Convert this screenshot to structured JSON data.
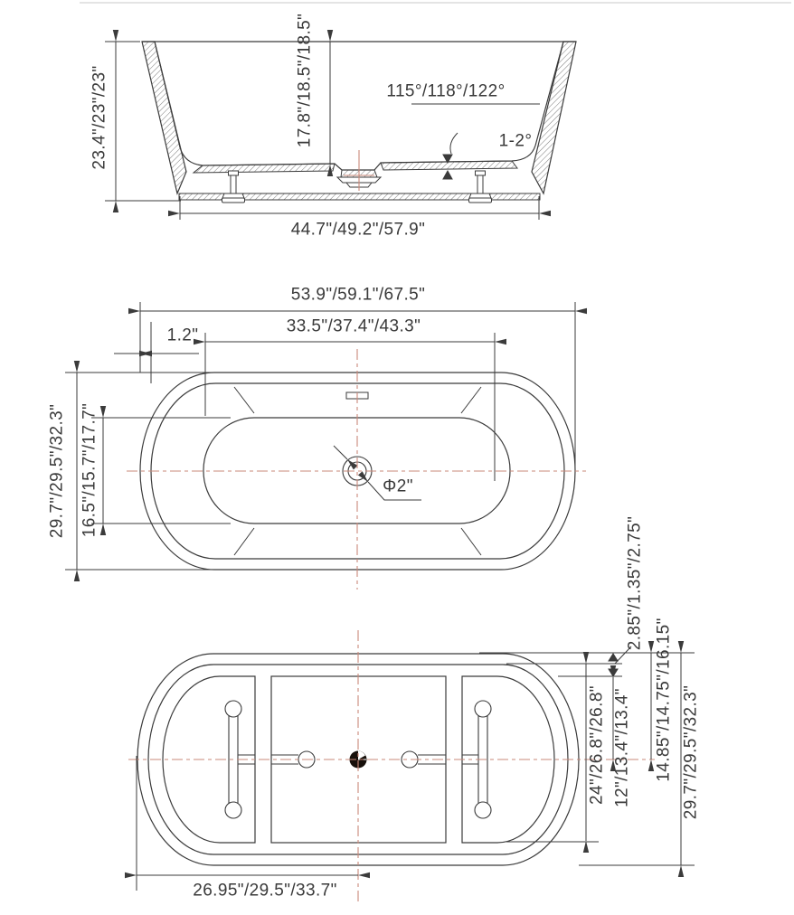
{
  "colors": {
    "line": "#3b3b3b",
    "centerline": "#c9897a",
    "text": "#3a3a3a"
  },
  "side_view": {
    "height": "23.4\"/23\"/23\"",
    "inner_depth": "17.8\"/18.5\"/18.5\"",
    "wall_angle": "115°/118°/122°",
    "bottom_slope": "1-2°",
    "base_length": "44.7\"/49.2\"/57.9\""
  },
  "plan_view": {
    "overall_length": "53.9\"/59.1\"/67.5\"",
    "floor_length": "33.5\"/37.4\"/43.3\"",
    "rim_width": "1.2\"",
    "overall_width": "29.7\"/29.5\"/32.3\"",
    "floor_width": "16.5\"/15.7\"/17.7\"",
    "drain_diameter": "Φ2\""
  },
  "bottom_view": {
    "edge_to_frame_offset": "2.85\"/1.35\"/2.75\"",
    "frame_width": "24\"/26.8\"/26.8\"",
    "frame_half_width": "12\"/13.4\"/13.4\"",
    "center_to_edge": "14.85\"/14.75\"/16.15\"",
    "overall_width": "29.7\"/29.5\"/32.3\"",
    "length_to_center": "26.95\"/29.5\"/33.7\""
  }
}
